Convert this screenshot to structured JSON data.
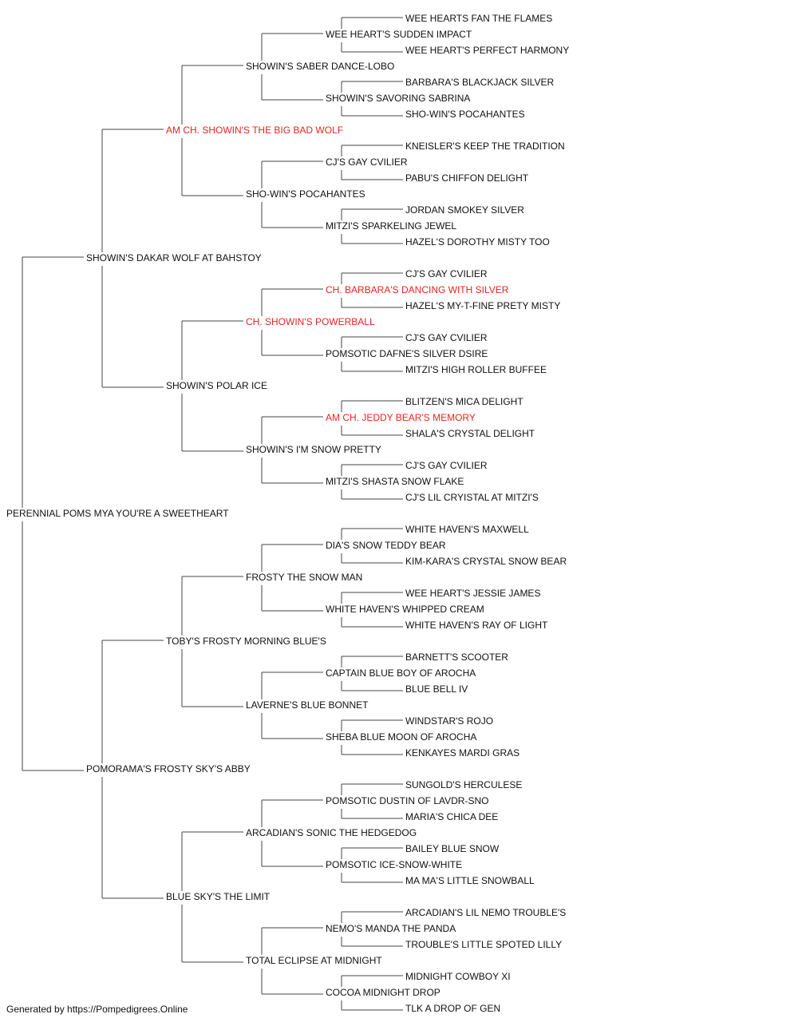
{
  "colors": {
    "text": "#111111",
    "champion": "#e8241c",
    "line": "#444444"
  },
  "pedigree": [
    {
      "name": "PERENNIAL POMS MYA YOU'RE A SWEETHEART",
      "gen": 0,
      "row": 32,
      "champion": false
    },
    {
      "name": "SHOWIN'S DAKAR WOLF AT BAHSTOY",
      "gen": 1,
      "row": 16,
      "champion": false
    },
    {
      "name": "POMORAMA'S FROSTY SKY'S ABBY",
      "gen": 1,
      "row": 48,
      "champion": false
    },
    {
      "name": "AM CH. SHOWIN'S THE BIG BAD WOLF",
      "gen": 2,
      "row": 8,
      "champion": true
    },
    {
      "name": "SHOWIN'S POLAR ICE",
      "gen": 2,
      "row": 24,
      "champion": false
    },
    {
      "name": "TOBY'S FROSTY MORNING BLUE'S",
      "gen": 2,
      "row": 40,
      "champion": false
    },
    {
      "name": "BLUE SKY'S THE LIMIT",
      "gen": 2,
      "row": 56,
      "champion": false
    },
    {
      "name": "SHOWIN'S SABER DANCE-LOBO",
      "gen": 3,
      "row": 4,
      "champion": false
    },
    {
      "name": "SHO-WIN'S POCAHANTES",
      "gen": 3,
      "row": 12,
      "champion": false
    },
    {
      "name": "CH. SHOWIN'S POWERBALL",
      "gen": 3,
      "row": 20,
      "champion": true
    },
    {
      "name": "SHOWIN'S I'M SNOW PRETTY",
      "gen": 3,
      "row": 28,
      "champion": false
    },
    {
      "name": "FROSTY THE SNOW MAN",
      "gen": 3,
      "row": 36,
      "champion": false
    },
    {
      "name": "LAVERNE'S BLUE BONNET",
      "gen": 3,
      "row": 44,
      "champion": false
    },
    {
      "name": "ARCADIAN'S SONIC THE HEDGEDOG",
      "gen": 3,
      "row": 52,
      "champion": false
    },
    {
      "name": "TOTAL ECLIPSE AT MIDNIGHT",
      "gen": 3,
      "row": 60,
      "champion": false
    },
    {
      "name": "WEE HEART'S SUDDEN IMPACT",
      "gen": 4,
      "row": 2,
      "champion": false
    },
    {
      "name": "SHOWIN'S SAVORING SABRINA",
      "gen": 4,
      "row": 6,
      "champion": false
    },
    {
      "name": "CJ'S GAY CVILIER",
      "gen": 4,
      "row": 10,
      "champion": false
    },
    {
      "name": "MITZI'S SPARKELING JEWEL",
      "gen": 4,
      "row": 14,
      "champion": false
    },
    {
      "name": "CH. BARBARA'S DANCING WITH SILVER",
      "gen": 4,
      "row": 18,
      "champion": true
    },
    {
      "name": "POMSOTIC DAFNE'S SILVER DSIRE",
      "gen": 4,
      "row": 22,
      "champion": false
    },
    {
      "name": "AM CH. JEDDY BEAR'S MEMORY",
      "gen": 4,
      "row": 26,
      "champion": true
    },
    {
      "name": "MITZI'S SHASTA SNOW FLAKE",
      "gen": 4,
      "row": 30,
      "champion": false
    },
    {
      "name": "DIA'S SNOW TEDDY BEAR",
      "gen": 4,
      "row": 34,
      "champion": false
    },
    {
      "name": "WHITE HAVEN'S WHIPPED CREAM",
      "gen": 4,
      "row": 38,
      "champion": false
    },
    {
      "name": "CAPTAIN BLUE BOY OF AROCHA",
      "gen": 4,
      "row": 42,
      "champion": false
    },
    {
      "name": "SHEBA BLUE MOON OF AROCHA",
      "gen": 4,
      "row": 46,
      "champion": false
    },
    {
      "name": "POMSOTIC DUSTIN OF LAVDR-SNO",
      "gen": 4,
      "row": 50,
      "champion": false
    },
    {
      "name": "POMSOTIC ICE-SNOW-WHITE",
      "gen": 4,
      "row": 54,
      "champion": false
    },
    {
      "name": "NEMO'S MANDA THE PANDA",
      "gen": 4,
      "row": 58,
      "champion": false
    },
    {
      "name": "COCOA MIDNIGHT DROP",
      "gen": 4,
      "row": 62,
      "champion": false
    },
    {
      "name": "WEE HEARTS FAN THE FLAMES",
      "gen": 5,
      "row": 1,
      "champion": false
    },
    {
      "name": "WEE HEART'S PERFECT HARMONY",
      "gen": 5,
      "row": 3,
      "champion": false
    },
    {
      "name": "BARBARA'S BLACKJACK SILVER",
      "gen": 5,
      "row": 5,
      "champion": false
    },
    {
      "name": "SHO-WIN'S POCAHANTES",
      "gen": 5,
      "row": 7,
      "champion": false
    },
    {
      "name": "KNEISLER'S KEEP THE TRADITION",
      "gen": 5,
      "row": 9,
      "champion": false
    },
    {
      "name": "PABU'S CHIFFON DELIGHT",
      "gen": 5,
      "row": 11,
      "champion": false
    },
    {
      "name": "JORDAN SMOKEY SILVER",
      "gen": 5,
      "row": 13,
      "champion": false
    },
    {
      "name": "HAZEL'S DOROTHY MISTY TOO",
      "gen": 5,
      "row": 15,
      "champion": false
    },
    {
      "name": "CJ'S GAY CVILIER",
      "gen": 5,
      "row": 17,
      "champion": false
    },
    {
      "name": "HAZEL'S MY-T-FINE PRETY MISTY",
      "gen": 5,
      "row": 19,
      "champion": false
    },
    {
      "name": "CJ'S GAY CVILIER",
      "gen": 5,
      "row": 21,
      "champion": false
    },
    {
      "name": "MITZI'S HIGH ROLLER BUFFEE",
      "gen": 5,
      "row": 23,
      "champion": false
    },
    {
      "name": "BLITZEN'S MICA DELIGHT",
      "gen": 5,
      "row": 25,
      "champion": false
    },
    {
      "name": "SHALA'S CRYSTAL DELIGHT",
      "gen": 5,
      "row": 27,
      "champion": false
    },
    {
      "name": "CJ'S GAY CVILIER",
      "gen": 5,
      "row": 29,
      "champion": false
    },
    {
      "name": "CJ'S LIL CRYISTAL AT MITZI'S",
      "gen": 5,
      "row": 31,
      "champion": false
    },
    {
      "name": "WHITE HAVEN'S MAXWELL",
      "gen": 5,
      "row": 33,
      "champion": false
    },
    {
      "name": "KIM-KARA'S CRYSTAL SNOW BEAR",
      "gen": 5,
      "row": 35,
      "champion": false
    },
    {
      "name": "WEE HEART'S JESSIE JAMES",
      "gen": 5,
      "row": 37,
      "champion": false
    },
    {
      "name": "WHITE HAVEN'S RAY OF LIGHT",
      "gen": 5,
      "row": 39,
      "champion": false
    },
    {
      "name": "BARNETT'S SCOOTER",
      "gen": 5,
      "row": 41,
      "champion": false
    },
    {
      "name": "BLUE BELL IV",
      "gen": 5,
      "row": 43,
      "champion": false
    },
    {
      "name": "WINDSTAR'S ROJO",
      "gen": 5,
      "row": 45,
      "champion": false
    },
    {
      "name": "KENKAYES MARDI GRAS",
      "gen": 5,
      "row": 47,
      "champion": false
    },
    {
      "name": "SUNGOLD'S HERCULESE",
      "gen": 5,
      "row": 49,
      "champion": false
    },
    {
      "name": "MARIA'S CHICA DEE",
      "gen": 5,
      "row": 51,
      "champion": false
    },
    {
      "name": "BAILEY BLUE SNOW",
      "gen": 5,
      "row": 53,
      "champion": false
    },
    {
      "name": "MA MA'S LITTLE SNOWBALL",
      "gen": 5,
      "row": 55,
      "champion": false
    },
    {
      "name": "ARCADIAN'S LIL NEMO TROUBLE'S",
      "gen": 5,
      "row": 57,
      "champion": false
    },
    {
      "name": "TROUBLE'S LITTLE SPOTED LILLY",
      "gen": 5,
      "row": 59,
      "champion": false
    },
    {
      "name": "MIDNIGHT COWBOY XI",
      "gen": 5,
      "row": 61,
      "champion": false
    },
    {
      "name": "TLK A DROP OF GEN",
      "gen": 5,
      "row": 63,
      "champion": false
    }
  ],
  "footer": {
    "text": "Generated by https://Pompedigrees.Online"
  }
}
